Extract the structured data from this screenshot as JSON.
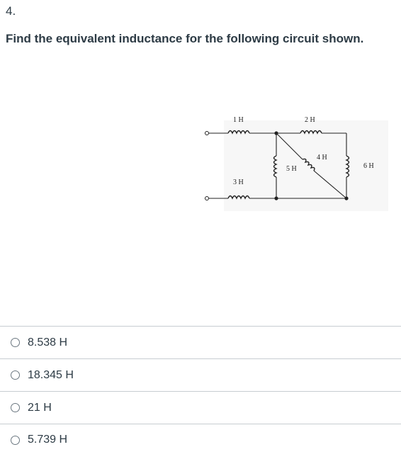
{
  "question": {
    "number": "4.",
    "text": "Find the equivalent inductance for the following circuit shown."
  },
  "circuit": {
    "labels": {
      "l1": "1 H",
      "l2": "2 H",
      "l3": "3 H",
      "l4": "4 H",
      "l5": "5 H",
      "l6": "6 H"
    }
  },
  "answers": [
    {
      "label": "8.538 H"
    },
    {
      "label": "18.345 H"
    },
    {
      "label": "21 H"
    },
    {
      "label": "5.739 H"
    }
  ]
}
